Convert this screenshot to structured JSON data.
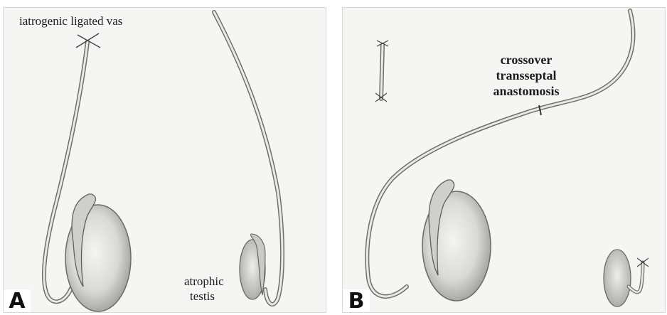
{
  "panel_a": {
    "letter": "A",
    "label_ligated_vas": "iatrogenic ligated vas",
    "label_atrophic_line1": "atrophic",
    "label_atrophic_line2": "testis"
  },
  "panel_b": {
    "letter": "B",
    "label_line1": "crossover",
    "label_line2": "transseptal",
    "label_line3": "anastomosis"
  }
}
